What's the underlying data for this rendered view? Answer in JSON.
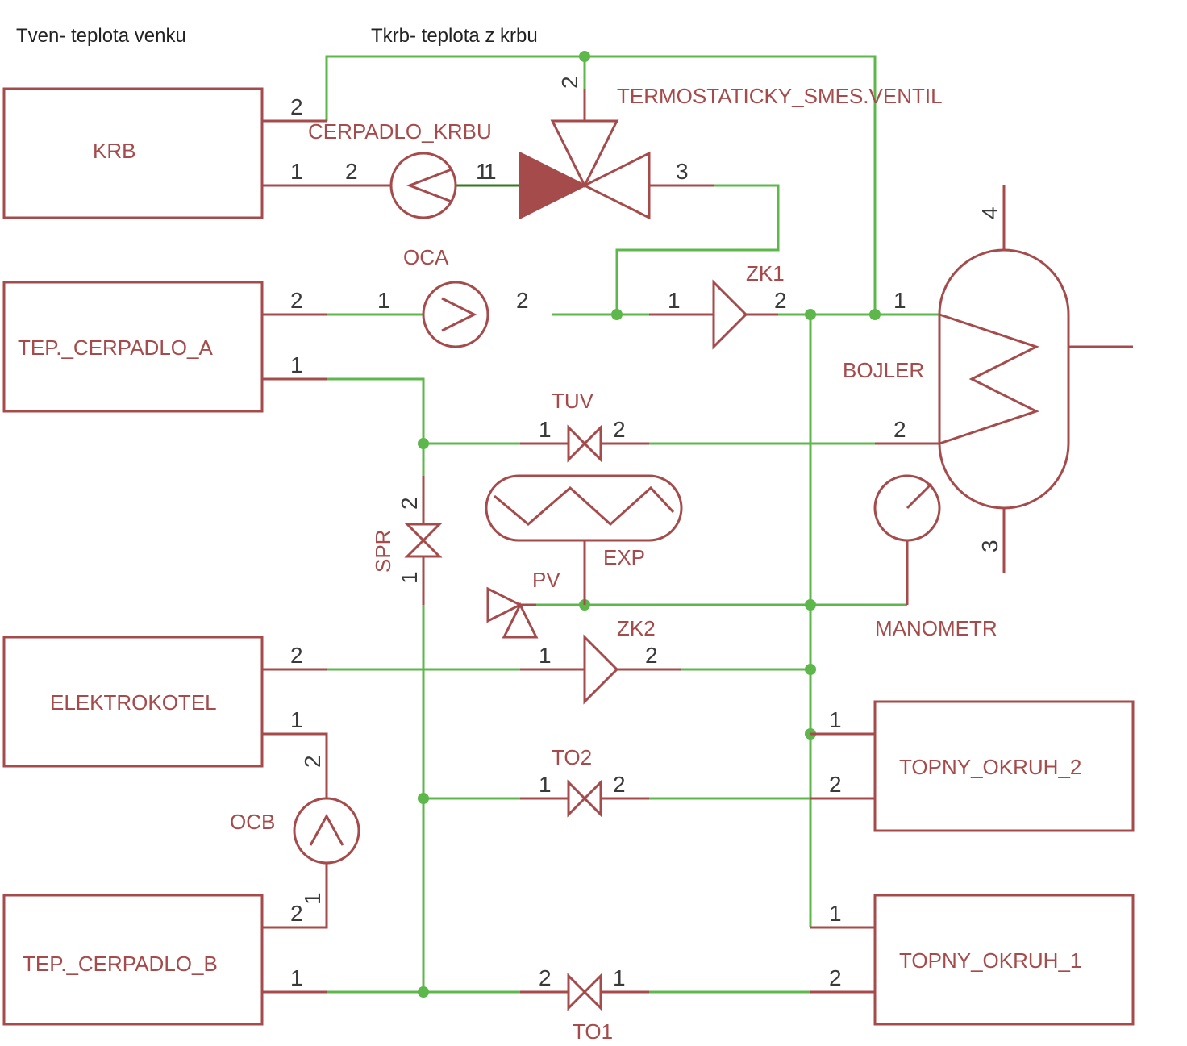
{
  "notes": {
    "outdoor_temp": "Tven- teplota venku",
    "fireplace_temp": "Tkrb- teplota z krbu"
  },
  "components": {
    "krb": "KRB",
    "tep_cerpadlo_a": "TEP._CERPADLO_A",
    "elektrokotel": "ELEKTROKOTEL",
    "tep_cerpadlo_b": "TEP._CERPADLO_B",
    "topny_okruh_2": "TOPNY_OKRUH_2",
    "topny_okruh_1": "TOPNY_OKRUH_1",
    "cerpadlo_krbu": "CERPADLO_KRBU",
    "termostaticky_ventil": "TERMOSTATICKY_SMES.VENTIL",
    "oca": "OCA",
    "ocb": "OCB",
    "zk1": "ZK1",
    "zk2": "ZK2",
    "bojler": "BOJLER",
    "tuv": "TUV",
    "spr": "SPR",
    "exp": "EXP",
    "pv": "PV",
    "manometr": "MANOMETR",
    "to1": "TO1",
    "to2": "TO2"
  },
  "pins": {
    "krb_2": "2",
    "krb_1": "1",
    "cerpadlo_krbu_2": "2",
    "cerpadlo_krbu_1": "1",
    "ventil_1": "1",
    "ventil_2": "2",
    "ventil_3": "3",
    "tca_2": "2",
    "tca_1": "1",
    "oca_1": "1",
    "oca_2": "2",
    "zk1_1": "1",
    "zk1_2": "2",
    "bojler_1": "1",
    "bojler_2": "2",
    "bojler_3": "3",
    "bojler_4": "4",
    "tuv_1": "1",
    "tuv_2": "2",
    "spr_2": "2",
    "spr_1": "1",
    "zk2_1": "1",
    "zk2_2": "2",
    "ek_2": "2",
    "ek_1": "1",
    "ocb_2": "2",
    "ocb_1": "1",
    "tcb_2": "2",
    "tcb_1": "1",
    "to2_1": "1",
    "to2_2": "2",
    "to1_2": "2",
    "to1_1": "1",
    "ok2_1": "1",
    "ok2_2": "2",
    "ok1_1": "1",
    "ok1_2": "2"
  },
  "colors": {
    "component": "#a54b4b",
    "wire": "#5db74b",
    "text": "#222222"
  }
}
